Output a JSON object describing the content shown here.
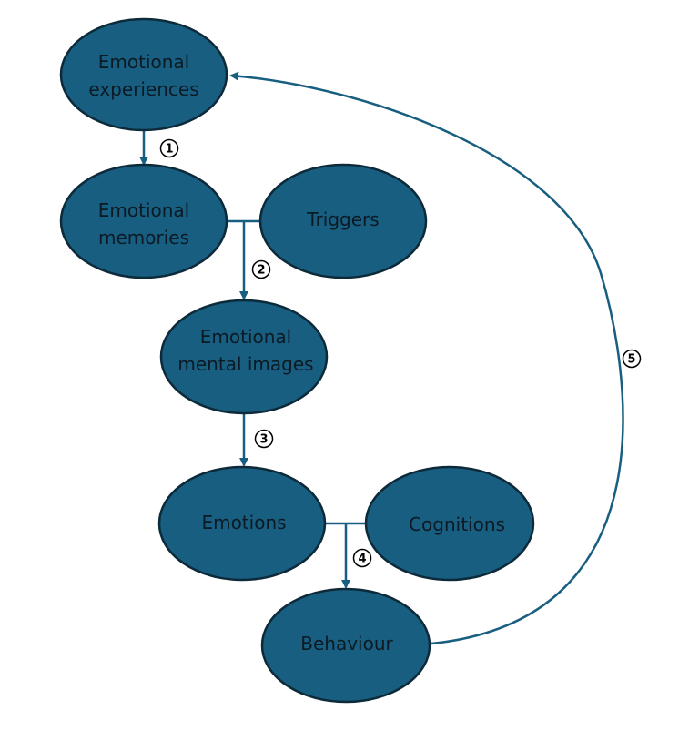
{
  "diagram": {
    "colors": {
      "node_fill": "#185e80",
      "node_stroke": "#0d2a3a",
      "connector": "#185e80",
      "text": "#0b1a24"
    },
    "nodes": {
      "emotional_experiences": {
        "lines": [
          "Emotional",
          "experiences"
        ]
      },
      "emotional_memories": {
        "lines": [
          "Emotional",
          "memories"
        ]
      },
      "triggers": {
        "lines": [
          "Triggers"
        ]
      },
      "emotional_mental_images": {
        "lines": [
          "Emotional",
          "mental images"
        ]
      },
      "emotions": {
        "lines": [
          "Emotions"
        ]
      },
      "cognitions": {
        "lines": [
          "Cognitions"
        ]
      },
      "behaviour": {
        "lines": [
          "Behaviour"
        ]
      }
    },
    "steps": [
      "1",
      "2",
      "3",
      "4",
      "5"
    ],
    "edges": [
      {
        "from": "emotional_experiences",
        "to": "emotional_memories",
        "step": "1"
      },
      {
        "from": [
          "emotional_memories",
          "triggers"
        ],
        "to": "emotional_mental_images",
        "step": "2"
      },
      {
        "from": "emotional_mental_images",
        "to": "emotions",
        "step": "3"
      },
      {
        "from": [
          "emotions",
          "cognitions"
        ],
        "to": "behaviour",
        "step": "4"
      },
      {
        "from": "behaviour",
        "to": "emotional_experiences",
        "step": "5"
      }
    ]
  }
}
